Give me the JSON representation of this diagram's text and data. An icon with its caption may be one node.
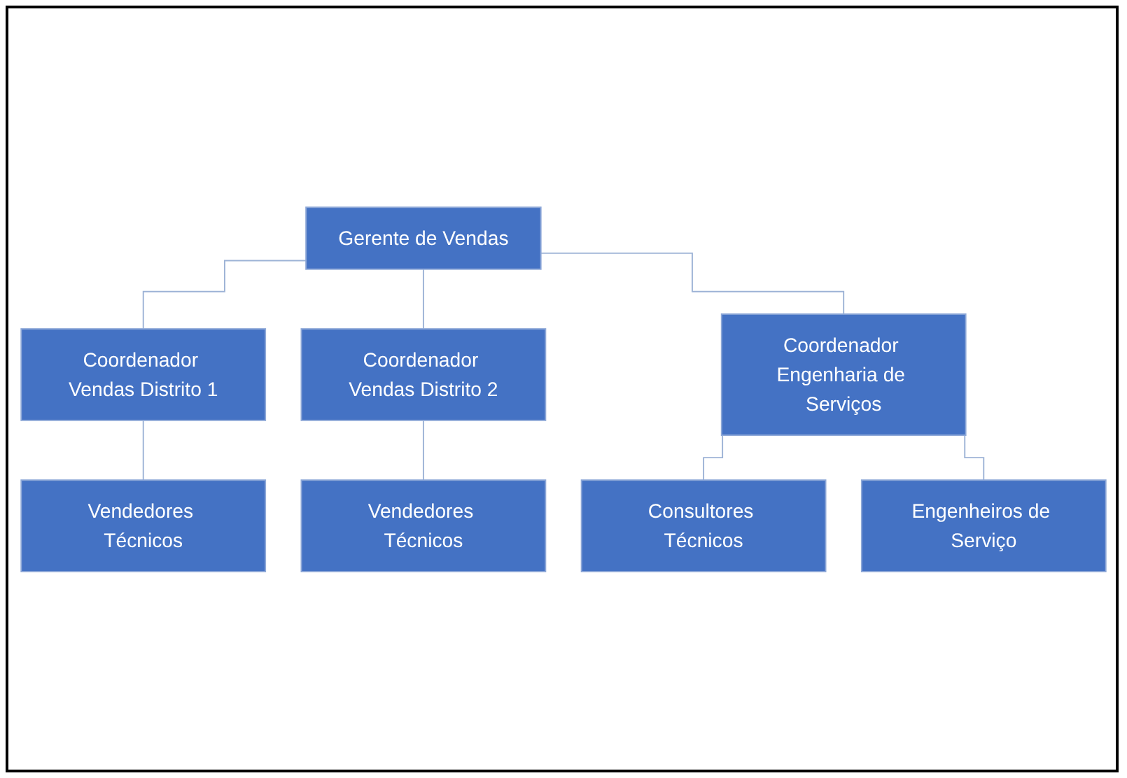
{
  "diagram": {
    "nodes": [
      {
        "text": [
          "Gerente de Vendas"
        ]
      },
      {
        "text": [
          "Coordenador Vendas Distrito 1"
        ]
      },
      {
        "text": [
          "Coordenador Vendas Distrito 2"
        ]
      },
      {
        "text": [
          "Coordenador Engenharia de Serviços"
        ]
      },
      {
        "text": [
          "Vendedores Técnicos"
        ]
      },
      {
        "text": [
          "Vendedores Técnicos"
        ]
      },
      {
        "text": [
          "Consultores Técnicos"
        ]
      },
      {
        "text": [
          "Engenheiros de Serviço"
        ]
      }
    ],
    "edges": [
      {
        "from": 0,
        "to": 1,
        "arrow": "none"
      },
      {
        "from": 0,
        "to": 2,
        "arrow": "none"
      },
      {
        "from": 0,
        "to": 3,
        "arrow": "none"
      },
      {
        "from": 1,
        "to": 4,
        "arrow": "none"
      },
      {
        "from": 2,
        "to": 5,
        "arrow": "none"
      },
      {
        "from": 3,
        "to": 6,
        "arrow": "none"
      },
      {
        "from": 3,
        "to": 7,
        "arrow": "none"
      }
    ]
  }
}
